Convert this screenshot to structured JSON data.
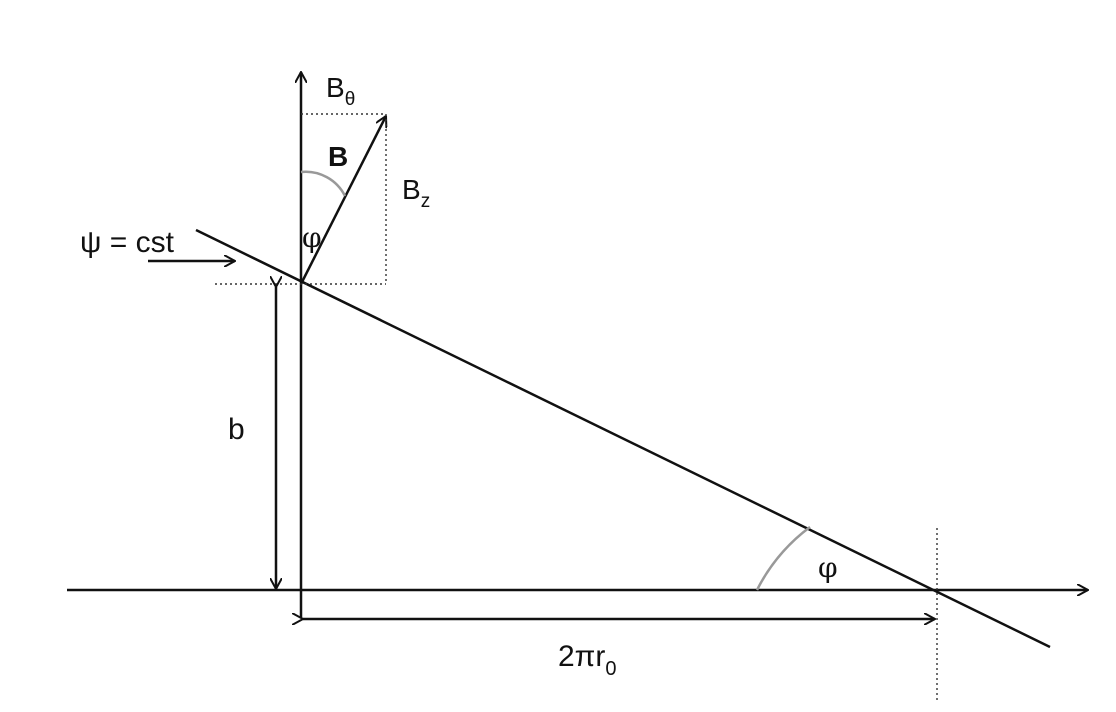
{
  "labels": {
    "b_theta": {
      "base": "B",
      "sub": "θ"
    },
    "b_vec": "B",
    "b_z": {
      "base": "B",
      "sub": "z"
    },
    "phi_top": "φ",
    "psi": "ψ = cst",
    "b": "b",
    "phi_bottom": "φ",
    "two_pi_r0": {
      "base": "2πr",
      "sub": "0"
    }
  }
}
